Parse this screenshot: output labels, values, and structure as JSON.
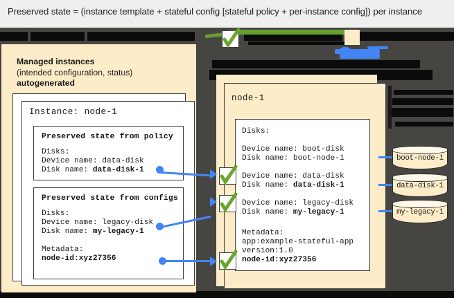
{
  "header": {
    "caption": "Preserved state = (instance template + stateful config [stateful policy + per-instance config]) per instance"
  },
  "left_panel": {
    "title_line1": "Managed instances",
    "title_line2": "(intended configuration, status)",
    "title_line3": "autogenerated",
    "instance_label": "Instance: node-1",
    "policy_box": {
      "title": "Preserved state from policy",
      "lines": [
        {
          "text": "Disks:",
          "bold_tail": ""
        },
        {
          "text": "  Device name: data-disk",
          "bold_tail": ""
        },
        {
          "text": "  Disk name: ",
          "bold_tail": "data-disk-1"
        }
      ]
    },
    "configs_box": {
      "title": "Preserved state from configs",
      "lines": [
        {
          "text": "Disks:",
          "bold_tail": ""
        },
        {
          "text": "  Device name: legacy-disk",
          "bold_tail": ""
        },
        {
          "text": "  Disk name: ",
          "bold_tail": "my-legacy-1"
        },
        {
          "text": "",
          "bold_tail": ""
        },
        {
          "text": "Metadata:",
          "bold_tail": ""
        },
        {
          "text": "  ",
          "bold_tail": "node-id:xyz27356"
        }
      ]
    }
  },
  "right_panel": {
    "node_label": "node-1",
    "detail_lines": [
      {
        "text": "Disks:",
        "bold_tail": ""
      },
      {
        "text": "",
        "bold_tail": ""
      },
      {
        "text": "  Device name: boot-disk",
        "bold_tail": ""
      },
      {
        "text": "  Disk name: boot-node-1",
        "bold_tail": ""
      },
      {
        "text": "",
        "bold_tail": ""
      },
      {
        "text": "  Device name: data-disk",
        "bold_tail": ""
      },
      {
        "text": "  Disk name: ",
        "bold_tail": "data-disk-1"
      },
      {
        "text": "",
        "bold_tail": ""
      },
      {
        "text": "  Device name: legacy-disk",
        "bold_tail": ""
      },
      {
        "text": "  Disk name: ",
        "bold_tail": "my-legacy-1"
      },
      {
        "text": "",
        "bold_tail": ""
      },
      {
        "text": "Metadata:",
        "bold_tail": ""
      },
      {
        "text": "  app:example-stateful-app",
        "bold_tail": ""
      },
      {
        "text": "  version:1.0",
        "bold_tail": ""
      },
      {
        "text": "  ",
        "bold_tail": "node-id:xyz27356"
      }
    ]
  },
  "disks": [
    {
      "label": "boot-node-1"
    },
    {
      "label": "data-disk-1"
    },
    {
      "label": "my-legacy-1"
    }
  ],
  "colors": {
    "cream": "#fdecc8",
    "dark_background": "#474542",
    "connector_blue": "#4285f4",
    "check_green": "#6aa52f",
    "header_background": "#efeff0",
    "redaction_black": "#0b0b0b"
  },
  "icons": {
    "check": "check-icon"
  }
}
